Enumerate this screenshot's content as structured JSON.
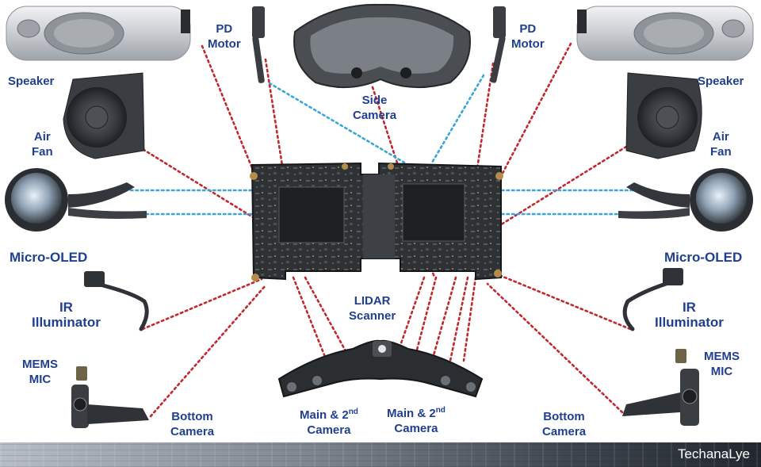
{
  "labels": {
    "pd_motor_left": {
      "l1": "PD",
      "l2": "Motor"
    },
    "pd_motor_right": {
      "l1": "PD",
      "l2": "Motor"
    },
    "speaker_left": {
      "l1": "Speaker"
    },
    "speaker_right": {
      "l1": "Speaker"
    },
    "air_fan_left": {
      "l1": "Air",
      "l2": "Fan"
    },
    "air_fan_right": {
      "l1": "Air",
      "l2": "Fan"
    },
    "side_camera": {
      "l1": "Side",
      "l2": "Camera"
    },
    "micro_oled_left": {
      "l1": "Micro-OLED"
    },
    "micro_oled_right": {
      "l1": "Micro-OLED"
    },
    "ir_left": {
      "l1": "IR",
      "l2": "Illuminator"
    },
    "ir_right": {
      "l1": "IR",
      "l2": "Illuminator"
    },
    "lidar": {
      "l1": "LIDAR",
      "l2": "Scanner"
    },
    "mems_left": {
      "l1": "MEMS",
      "l2": "MIC"
    },
    "mems_right": {
      "l1": "MEMS",
      "l2": "MIC"
    },
    "bottom_cam_left": {
      "l1": "Bottom",
      "l2": "Camera"
    },
    "bottom_cam_right": {
      "l1": "Bottom",
      "l2": "Camera"
    },
    "main_cam_left": {
      "l1": "Main & 2",
      "sup": "nd",
      "l2": "Camera"
    },
    "main_cam_right": {
      "l1": "Main & 2",
      "sup": "nd",
      "l2": "Camera"
    }
  },
  "footer": {
    "brand": "TechanaLye"
  },
  "colors": {
    "label": "#1f3f8f",
    "red_connector": "#c0282d",
    "blue_connector": "#3aa6d8",
    "board": "#2f3235",
    "part_dark": "#3a3d41",
    "part_light": "#d8dadd"
  }
}
